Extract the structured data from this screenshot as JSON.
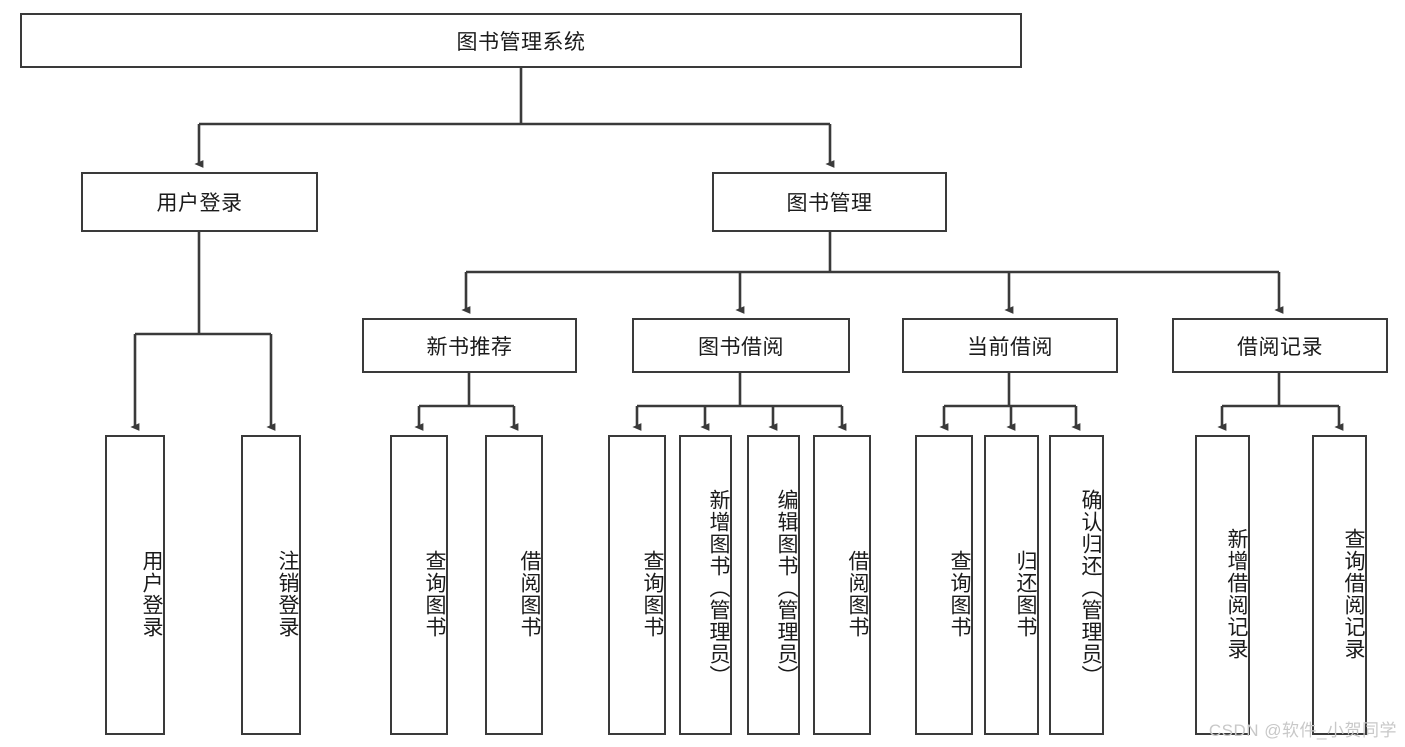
{
  "diagram": {
    "type": "tree-hierarchy",
    "title": "图书管理系统",
    "stroke_color": "#3a3a3a",
    "fill_color": "#ffffff",
    "text_color": "#1b1b1b",
    "root": {
      "label": "图书管理系统"
    },
    "level2": [
      {
        "label": "用户登录"
      },
      {
        "label": "图书管理"
      }
    ],
    "level3": [
      {
        "label": "新书推荐"
      },
      {
        "label": "图书借阅"
      },
      {
        "label": "当前借阅"
      },
      {
        "label": "借阅记录"
      }
    ],
    "leaves": {
      "user_login": [
        {
          "label": "用户登录"
        },
        {
          "label": "注销登录"
        }
      ],
      "new_book_recommend": [
        {
          "label": "查询图书"
        },
        {
          "label": "借阅图书"
        }
      ],
      "book_borrow": [
        {
          "label": "查询图书"
        },
        {
          "label": "新增图书（管理员）"
        },
        {
          "label": "编辑图书（管理员）"
        },
        {
          "label": "借阅图书"
        }
      ],
      "current_borrow": [
        {
          "label": "查询图书"
        },
        {
          "label": "归还图书"
        },
        {
          "label": "确认归还（管理员）"
        }
      ],
      "borrow_records": [
        {
          "label": "新增借阅记录"
        },
        {
          "label": "查询借阅记录"
        }
      ]
    }
  },
  "watermark": {
    "text": "CSDN @软件_小贺同学",
    "color": "#c8c8c8"
  }
}
